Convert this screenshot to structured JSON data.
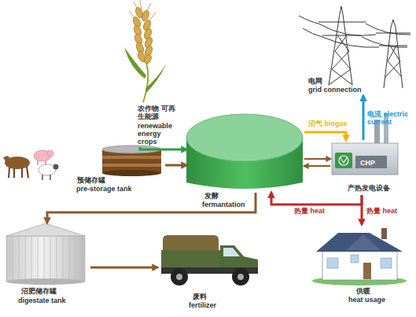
{
  "diagram": {
    "nodes": [
      {
        "text": [
          "农作物 可再生能源",
          "renewable energy crops"
        ]
      },
      {
        "text": [
          "电网",
          "grid connection"
        ]
      },
      {
        "text": [
          "预储存罐",
          "pre-storage tank"
        ]
      },
      {
        "text": [
          "发酵",
          "fermantation"
        ]
      },
      {
        "text": [
          "CHP",
          "产热发电设备"
        ]
      },
      {
        "text": [
          "沼肥储存罐",
          "digestate tank"
        ]
      },
      {
        "text": [
          "废料",
          "fertilizer"
        ]
      },
      {
        "text": [
          "供暖",
          "heat usage"
        ]
      }
    ],
    "edges": [
      {
        "from": 0,
        "to": 3,
        "arrow": "to"
      },
      {
        "from": 2,
        "to": 3,
        "arrow": "to"
      },
      {
        "from": 3,
        "to": 4,
        "label": "沼气 biogas",
        "arrow": "to"
      },
      {
        "from": 3,
        "to": 4,
        "arrow": "to"
      },
      {
        "from": 4,
        "to": 3,
        "arrow": "to"
      },
      {
        "from": 4,
        "to": 1,
        "label": "电流 electric current",
        "arrow": "to"
      },
      {
        "from": 4,
        "to": 3,
        "label": "热量 heat",
        "arrow": "to"
      },
      {
        "from": 4,
        "to": 7,
        "label": "热量 heat",
        "arrow": "to"
      },
      {
        "from": 3,
        "to": 5,
        "arrow": "to"
      },
      {
        "from": 5,
        "to": 6,
        "arrow": "to"
      }
    ]
  }
}
